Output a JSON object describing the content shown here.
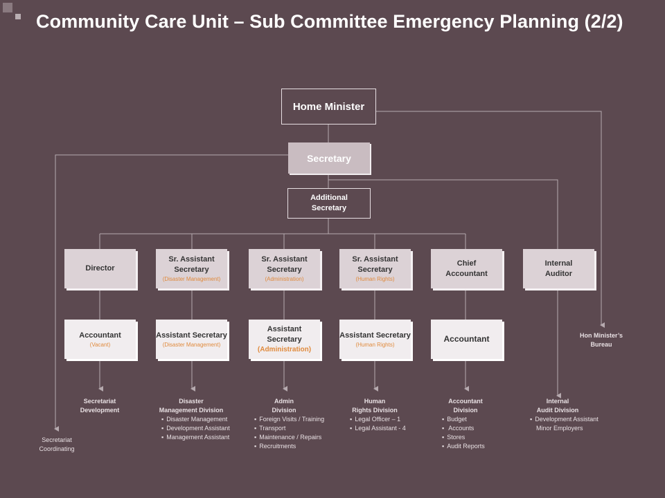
{
  "title": "Community Care Unit – Sub Committee Emergency Planning (2/2)",
  "home_minister": "Home Minister",
  "secretary": "Secretary",
  "additional_secretary": [
    "Additional",
    "Secretary"
  ],
  "level1": [
    {
      "lines": [
        "Director"
      ],
      "sub": ""
    },
    {
      "lines": [
        "Sr. Assistant",
        "Secretary"
      ],
      "sub": "(Disaster  Management)"
    },
    {
      "lines": [
        "Sr. Assistant",
        "Secretary"
      ],
      "sub": "(Administration)"
    },
    {
      "lines": [
        "Sr. Assistant",
        "Secretary"
      ],
      "sub": "(Human  Rights)"
    },
    {
      "lines": [
        "Chief",
        "Accountant"
      ],
      "sub": ""
    },
    {
      "lines": [
        "Internal",
        "Auditor"
      ],
      "sub": ""
    }
  ],
  "level2": [
    {
      "lines": [
        "Accountant"
      ],
      "sub": "(Vacant)"
    },
    {
      "lines": [
        "Assistant Secretary"
      ],
      "sub": "(Disaster  Management)"
    },
    {
      "lines": [
        "Assistant",
        "Secretary"
      ],
      "sub": "(Administration)"
    },
    {
      "lines": [
        "Assistant Secretary"
      ],
      "sub": "(Human  Rights)"
    },
    {
      "lines": [
        "Accountant"
      ],
      "sub": ""
    }
  ],
  "hon_minister_bureau": [
    "Hon Minister’s",
    "Bureau"
  ],
  "secretariat_coordinating": [
    "Secretariat",
    "Coordinating"
  ],
  "divisions": [
    {
      "lines": [
        "Secretariat",
        "Development"
      ],
      "items": []
    },
    {
      "lines": [
        "Disaster",
        "Management Division"
      ],
      "items": [
        "Disaster Management",
        "Development Assistant",
        "Management Assistant"
      ]
    },
    {
      "lines": [
        "Admin",
        "Division"
      ],
      "items": [
        "Foreign Visits / Training",
        "Transport",
        "Maintenance / Repairs",
        "Recruitments"
      ]
    },
    {
      "lines": [
        "Human",
        "Rights Division"
      ],
      "items": [
        "Legal Officer – 1",
        "Legal Assistant - 4"
      ]
    },
    {
      "lines": [
        "Accountant",
        "Division"
      ],
      "items": [
        "Budget",
        " Accounts",
        "Stores",
        "Audit Reports"
      ]
    },
    {
      "lines": [
        "Internal",
        "Audit Division"
      ],
      "items": [
        "Development Assistant"
      ],
      "extra": "Minor Employers"
    }
  ],
  "colors": {
    "background": "#5c4950",
    "orange": "#e08a3c",
    "box_mid": "#dcd2d6",
    "box_light": "#f1edef",
    "secretary": "#c9bcc1"
  }
}
